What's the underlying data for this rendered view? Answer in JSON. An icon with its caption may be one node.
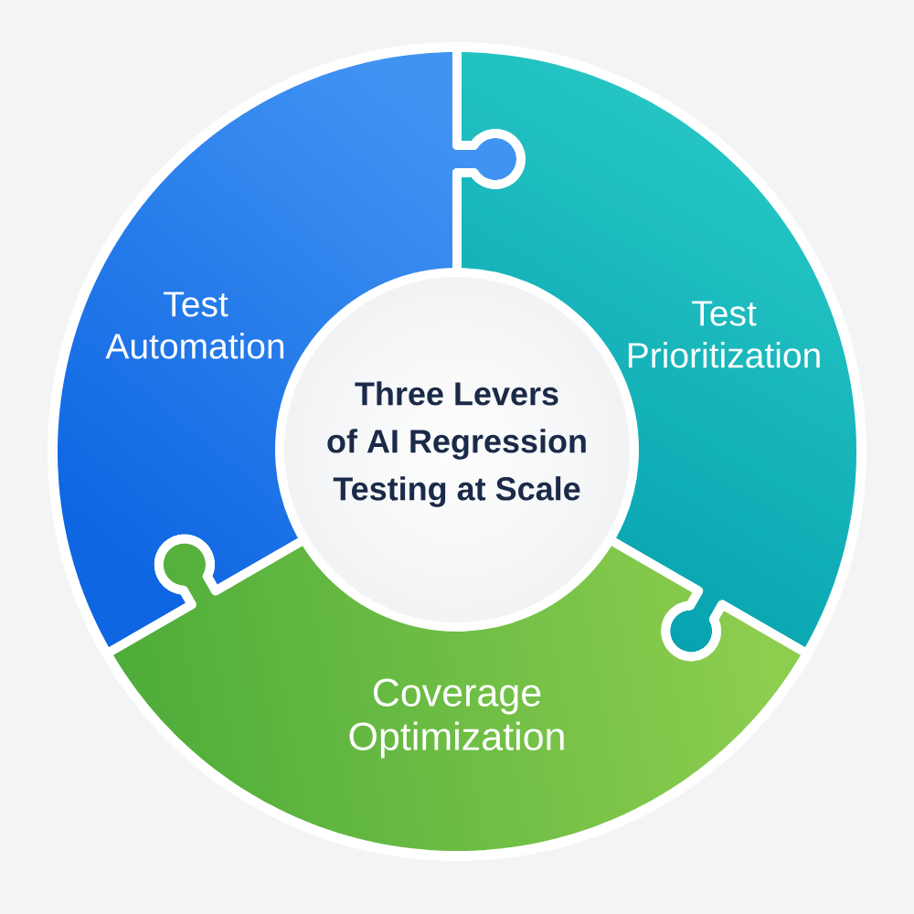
{
  "diagram": {
    "nodes": [
      {
        "text": [
          "Three Levers of AI Regression Testing at Scale"
        ]
      },
      {
        "text": [
          "Test Automation"
        ]
      },
      {
        "text": [
          "Test Prioritization"
        ]
      },
      {
        "text": [
          "Coverage Optimization"
        ]
      }
    ]
  }
}
